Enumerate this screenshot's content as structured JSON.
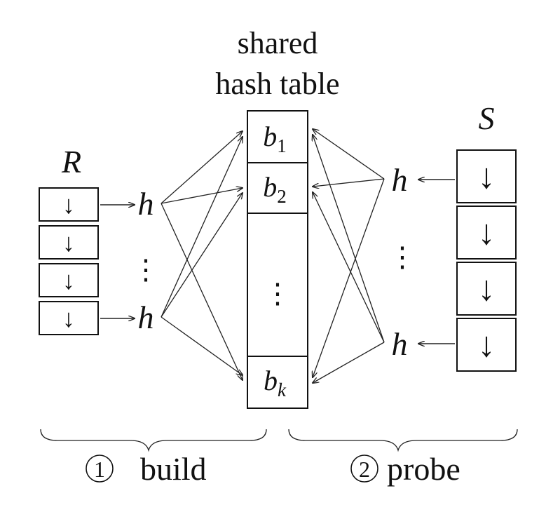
{
  "table_title_line1": "shared",
  "table_title_line2": "hash table",
  "relation_r": "R",
  "relation_s": "S",
  "hash_symbol": "h",
  "bucket_letter": "b",
  "buckets": [
    {
      "sub": "1"
    },
    {
      "sub": "2"
    },
    {
      "sub": "k"
    }
  ],
  "dots": "⋮",
  "down_arrow": "↓",
  "phases": [
    {
      "number": "1",
      "label": "build"
    },
    {
      "number": "2",
      "label": "probe"
    }
  ]
}
